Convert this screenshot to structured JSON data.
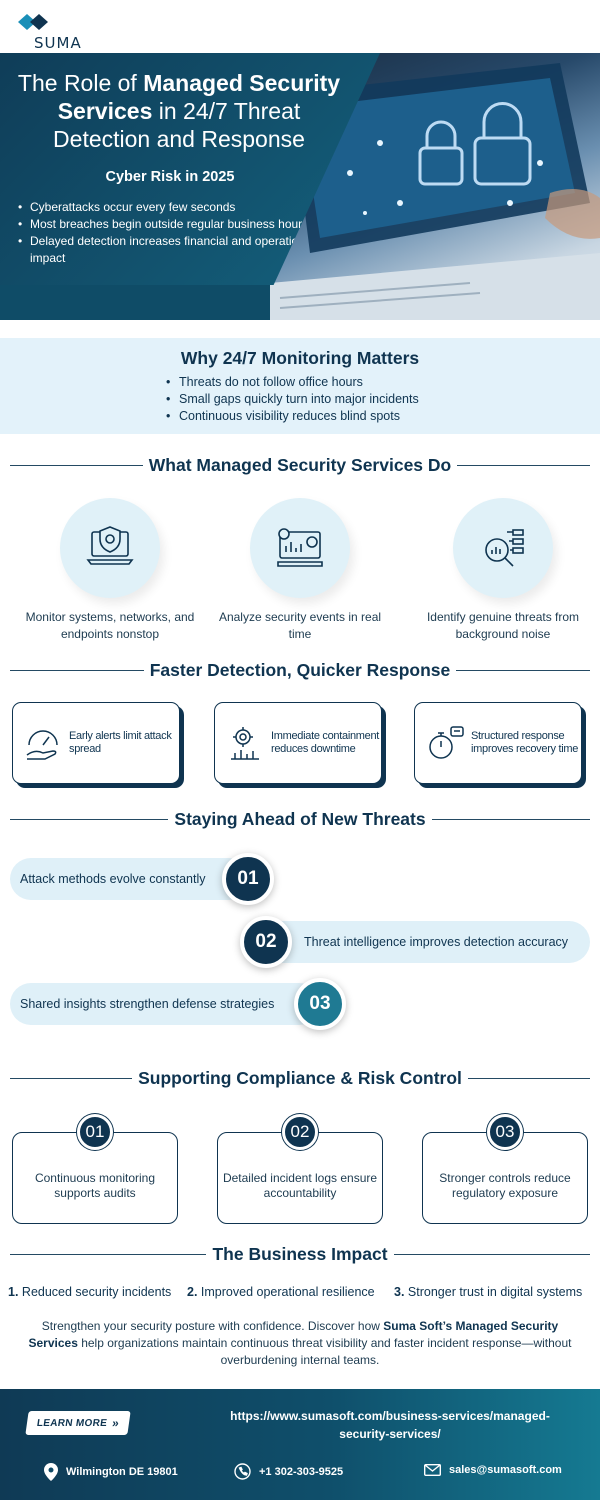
{
  "brand": {
    "name": "SUMA"
  },
  "hero": {
    "title_pre": "The Role of ",
    "title_bold": "Managed Security Services",
    "title_post": " in 24/7 Threat Detection and Response",
    "subtitle": "Cyber Risk in 2025",
    "bullets": [
      "Cyberattacks occur every few seconds",
      "Most breaches begin outside regular business hours",
      "Delayed detection increases financial and operational impact"
    ]
  },
  "why": {
    "title": "Why 24/7 Monitoring Matters",
    "bullets": [
      "Threats do not follow office hours",
      "Small gaps quickly turn into major incidents",
      "Continuous visibility reduces blind spots"
    ]
  },
  "services": {
    "title": "What Managed Security Services Do",
    "items": [
      {
        "label": "Monitor systems, networks, and endpoints nonstop",
        "icon": "shield-laptop-icon"
      },
      {
        "label": "Analyze security events in real time",
        "icon": "dashboard-analytics-icon"
      },
      {
        "label": "Identify genuine threats from background noise",
        "icon": "magnifier-chart-icon"
      }
    ]
  },
  "detection": {
    "title": "Faster Detection, Quicker Response",
    "items": [
      {
        "label": "Early alerts limit attack spread",
        "icon": "gauge-hand-icon"
      },
      {
        "label": "Immediate containment reduces downtime",
        "icon": "gear-chart-icon"
      },
      {
        "label": "Structured response improves recovery time",
        "icon": "stopwatch-icon"
      }
    ]
  },
  "threats": {
    "title": "Staying Ahead of New Threats",
    "items": [
      {
        "num": "01",
        "label": "Attack methods evolve constantly"
      },
      {
        "num": "02",
        "label": "Threat intelligence improves detection accuracy"
      },
      {
        "num": "03",
        "label": "Shared insights strengthen defense strategies"
      }
    ]
  },
  "compliance": {
    "title": "Supporting Compliance & Risk Control",
    "items": [
      {
        "num": "01",
        "label": "Continuous monitoring supports audits"
      },
      {
        "num": "02",
        "label": "Detailed incident logs ensure accountability"
      },
      {
        "num": "03",
        "label": "Stronger controls reduce regulatory exposure"
      }
    ]
  },
  "impact": {
    "title": "The Business Impact",
    "items": [
      {
        "num": "1.",
        "label": "Reduced security incidents"
      },
      {
        "num": "2.",
        "label": "Improved operational resilience"
      },
      {
        "num": "3.",
        "label": "Stronger trust in digital systems"
      }
    ]
  },
  "closing": {
    "pre": "Strengthen your security posture with confidence. Discover how ",
    "bold": "Suma Soft’s Managed Security Services",
    "post": " help organizations maintain continuous threat visibility and faster incident response—without overburdening internal teams."
  },
  "footer": {
    "cta": "LEARN MORE",
    "url": "https://www.sumasoft.com/business-services/managed-security-services/",
    "location": "Wilmington DE 19801",
    "phone": "+1 302-303-9525",
    "email": "sales@sumasoft.com"
  },
  "colors": {
    "navy": "#0f3450",
    "teal": "#14617d",
    "light": "#e3f2fa"
  }
}
